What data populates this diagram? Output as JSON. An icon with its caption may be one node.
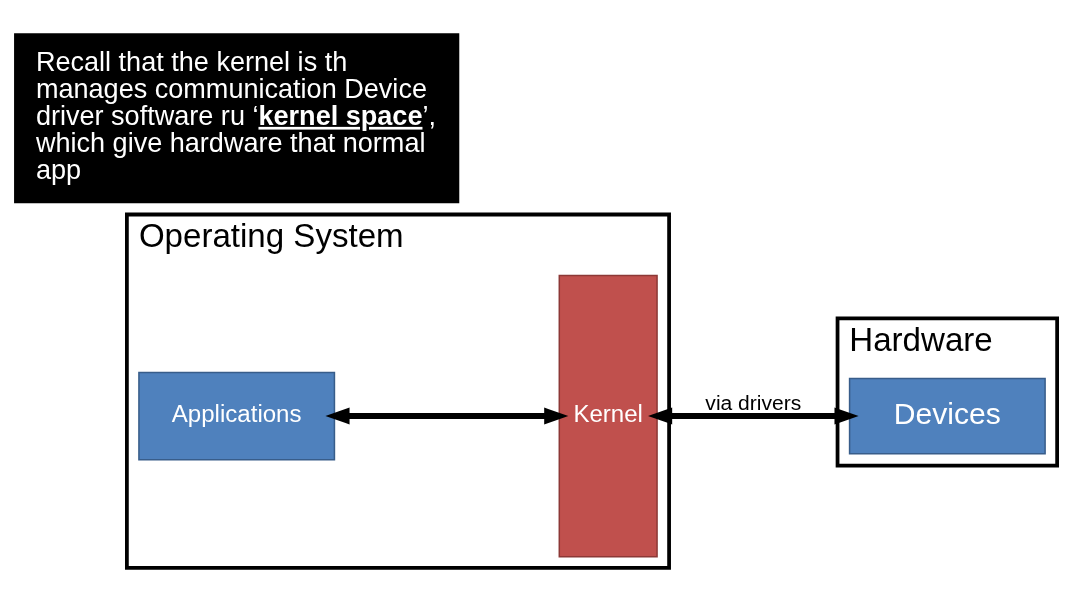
{
  "diagram": {
    "nodes": [
      {
        "text": [
          "Operating System"
        ]
      },
      {
        "text": [
          "Kernel"
        ],
        "in": 0
      },
      {
        "text": [
          "Applications"
        ],
        "in": 0
      },
      {
        "text": [
          "Hardware"
        ]
      },
      {
        "text": [
          "Devices"
        ],
        "in": 3
      },
      {
        "text": [
          "Recall that the kernel is th manages communication Device driver software ru ‘**kernel space**’, which give hardware that normal app"
        ]
      }
    ],
    "edges": [
      {
        "from": 2,
        "to": 1,
        "arrow": "both"
      },
      {
        "from": 1,
        "to": 4,
        "arrow": "both",
        "label": "via drivers"
      }
    ]
  }
}
